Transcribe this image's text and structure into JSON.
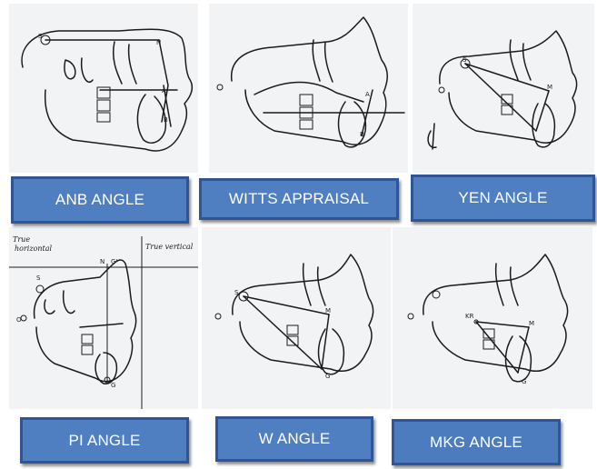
{
  "buttons": {
    "anb": "ANB ANGLE",
    "witts": "WITTS APPRAISAL",
    "yen": "YEN ANGLE",
    "pi": "PI ANGLE",
    "w": "W ANGLE",
    "mkg": "MKG ANGLE"
  },
  "tracing_labels": {
    "s": "S",
    "n": "N",
    "a": "A",
    "b": "B",
    "o": "O",
    "m": "M",
    "g": "G",
    "g_prime": "G'",
    "kr": "KR",
    "true_horizontal_1": "True",
    "true_horizontal_2": "horizontal",
    "true_vertical": "True vertical"
  },
  "colors": {
    "button_fill": "#4f7fc1",
    "button_border": "#2f5597",
    "panel_bg": "#f1f3f4",
    "ink": "#1b1b1b"
  }
}
